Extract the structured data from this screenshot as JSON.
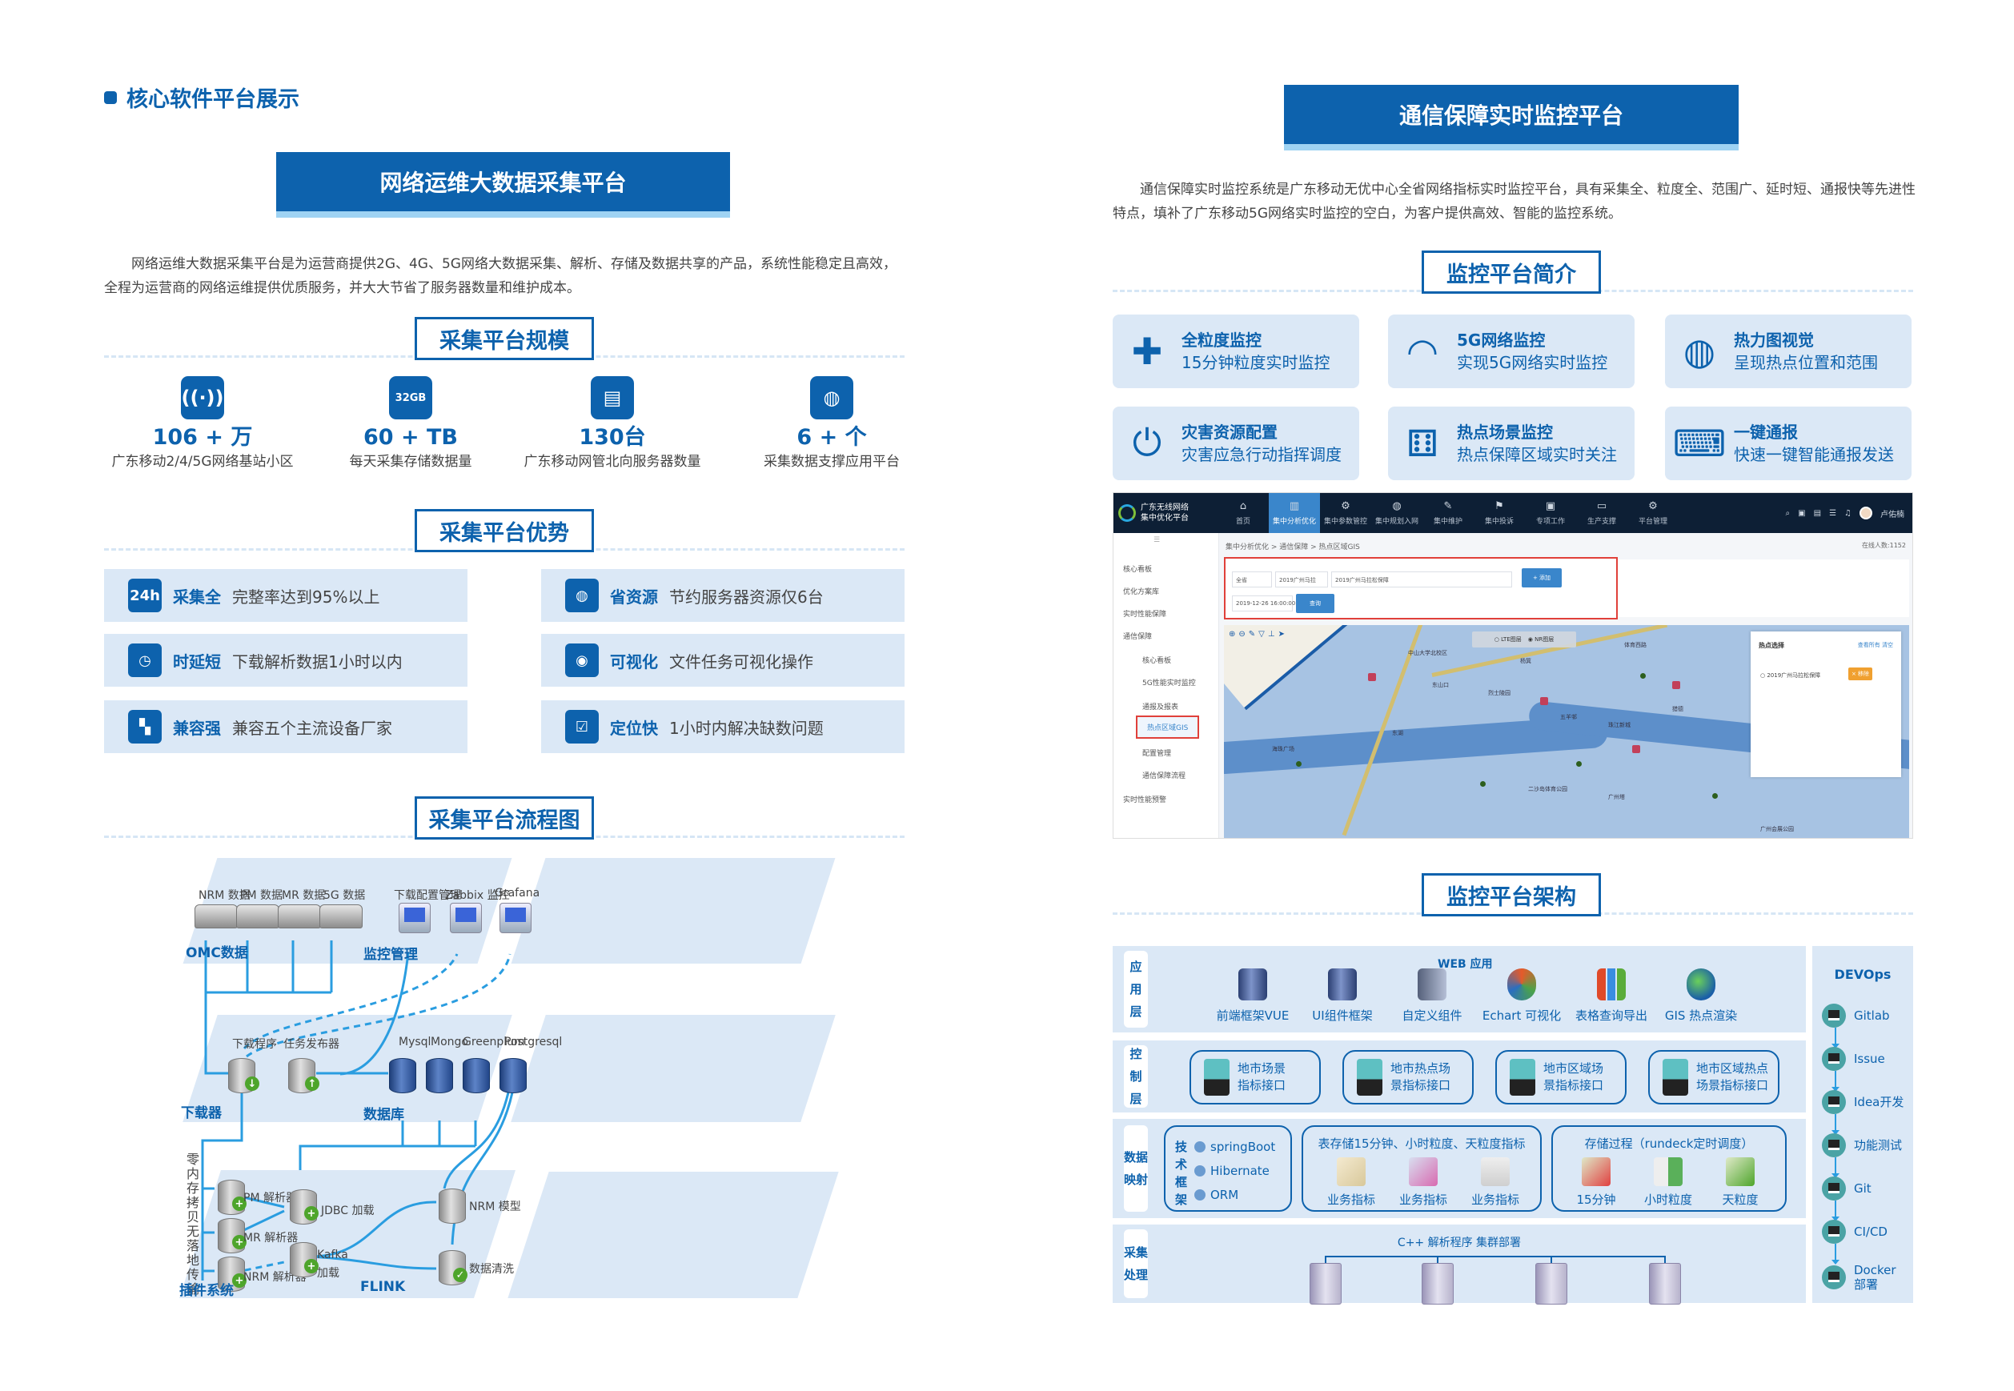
{
  "page_heading": "核心软件平台展示",
  "left": {
    "banner": "网络运维大数据采集平台",
    "intro": "网络运维大数据采集平台是为运营商提供2G、4G、5G网络大数据采集、解析、存储及数据共享的产品，系统性能稳定且高效，全程为运营商的网络运维提供优质服务，并大大节省了服务器数量和维护成本。",
    "scale": {
      "title": "采集平台规模",
      "stats": [
        {
          "icon": "signal-tower-icon",
          "glyph": "((·))",
          "value": "106 + 万",
          "label": "广东移动2/4/5G网络基站小区"
        },
        {
          "icon": "sd-card-icon",
          "glyph": "32GB",
          "value": "60 + TB",
          "label": "每天采集存储数据量"
        },
        {
          "icon": "server-icon",
          "glyph": "▤",
          "value": "130台",
          "label": "广东移动网管北向服务器数量"
        },
        {
          "icon": "globe-computer-icon",
          "glyph": "◍",
          "value": "6 + 个",
          "label": "采集数据支撑应用平台"
        }
      ]
    },
    "advantages": {
      "title": "采集平台优势",
      "items": [
        {
          "icon": "24h-icon",
          "glyph": "24h",
          "title": "采集全",
          "desc": "完整率达到95%以上"
        },
        {
          "icon": "globe-computer-icon",
          "glyph": "◍",
          "title": "省资源",
          "desc": "节约服务器资源仅6台"
        },
        {
          "icon": "clock-icon",
          "glyph": "◷",
          "title": "时延短",
          "desc": "下载解析数据1小时以内"
        },
        {
          "icon": "webcam-icon",
          "glyph": "◉",
          "title": "可视化",
          "desc": "文件任务可视化操作"
        },
        {
          "icon": "checker-icon",
          "glyph": "▚",
          "title": "兼容强",
          "desc": "兼容五个主流设备厂家"
        },
        {
          "icon": "clipboard-check-icon",
          "glyph": "☑",
          "title": "定位快",
          "desc": "1小时内解决缺数问题"
        }
      ]
    },
    "flow": {
      "title": "采集平台流程图",
      "groups": {
        "omc": "OMC数据",
        "monitor": "监控管理",
        "downloader": "下载器",
        "database": "数据库",
        "plugin": "插件系统",
        "flink": "FLINK"
      },
      "omc_items": [
        "NRM 数据",
        "PM 数据",
        "MR 数据",
        "5G 数据"
      ],
      "monitor_items": [
        "下载配置管理",
        "Zabbix  监控",
        "Grafana"
      ],
      "downloader_items": [
        "下载程序",
        "任务发布器"
      ],
      "db_items": [
        "Mysql",
        "Mongo",
        "Greenplum",
        "Postgresql"
      ],
      "plugin_items": [
        "PM 解析器",
        "MR 解析器",
        "NRM 解析器"
      ],
      "loaders": [
        "JDBC  加载",
        "Kafka",
        "加载"
      ],
      "flink_items": [
        "NRM  模型",
        "数据清洗"
      ],
      "vertical_note": "零内存拷贝无落地传输"
    }
  },
  "right": {
    "banner": "通信保障实时监控平台",
    "intro": "通信保障实时监控系统是广东移动无优中心全省网络指标实时监控平台，具有采集全、粒度全、范围广、延时短、通报快等先进性特点，填补了广东移动5G网络实时监控的空白，为客户提供高效、智能的监控系统。",
    "intro_section": {
      "title": "监控平台简介",
      "features": [
        {
          "icon": "puzzle-icon",
          "glyph": "✚",
          "title": "全粒度监控",
          "desc": "15分钟粒度实时监控"
        },
        {
          "icon": "wifi-icon",
          "glyph": "◠",
          "title": "5G网络监控",
          "desc": "实现5G网络实时监控"
        },
        {
          "icon": "globe-icon",
          "glyph": "◍",
          "title": "热力图视觉",
          "desc": "呈现热点位置和范围"
        },
        {
          "icon": "power-icon",
          "glyph": "⏻",
          "title": "灾害资源配置",
          "desc": "灾害应急行动指挥调度"
        },
        {
          "icon": "dice-icon",
          "glyph": "⚅",
          "title": "热点场景监控",
          "desc": "热点保障区域实时关注"
        },
        {
          "icon": "keyboard-icon",
          "glyph": "⌨",
          "title": "一键通报",
          "desc": "快速一键智能通报发送"
        }
      ]
    },
    "app": {
      "logo_line1": "广东无线网络",
      "logo_line2": "集中优化平台",
      "nav": [
        {
          "icon": "home-icon",
          "glyph": "⌂",
          "label": "首页"
        },
        {
          "icon": "chart-icon",
          "glyph": "▥",
          "label": "集中分析优化",
          "active": true
        },
        {
          "icon": "params-icon",
          "glyph": "⚙",
          "label": "集中参数管控"
        },
        {
          "icon": "globe-icon",
          "glyph": "◍",
          "label": "集中规划入网"
        },
        {
          "icon": "wrench-icon",
          "glyph": "✎",
          "label": "集中维护"
        },
        {
          "icon": "flag-icon",
          "glyph": "⚑",
          "label": "集中投诉"
        },
        {
          "icon": "bag-icon",
          "glyph": "▣",
          "label": "专项工作"
        },
        {
          "icon": "wallet-icon",
          "glyph": "▭",
          "label": "生产支撑"
        },
        {
          "icon": "gear-icon",
          "glyph": "⚙",
          "label": "平台管理"
        }
      ],
      "user": "卢佑楠",
      "breadcrumb": "集中分析优化 > 通信保障 > 热点区域GIS",
      "online": "在线人数:1152",
      "sidebar": [
        {
          "label": "核心看板"
        },
        {
          "label": "优化方案库"
        },
        {
          "label": "实时性能保障"
        },
        {
          "label": "通信保障"
        },
        {
          "label": "核心看板"
        },
        {
          "label": "5G性能实时监控"
        },
        {
          "label": "通报及报表"
        },
        {
          "label": "热点区域GIS",
          "selected": true
        },
        {
          "label": "配置管理"
        },
        {
          "label": "通信保障流程"
        },
        {
          "label": "实时性能预警"
        }
      ],
      "filters": {
        "region": "全省",
        "event": "2019广州马拉",
        "scene": "2019广州马拉松保障",
        "add_button": "+ 添加",
        "datetime": "2019-12-26 16:00:00",
        "query_button": "查询"
      },
      "map": {
        "layer_lte": "LTE图层",
        "layer_nr": "NR图层",
        "panel_title": "热点选择",
        "panel_links": "查看所有 清空",
        "panel_item": "2019广州马拉松保障",
        "remove_button": "× 移除",
        "labels": [
          "中山大学北校区",
          "东山口",
          "杨箕",
          "五羊邨",
          "珠江新城",
          "东湖",
          "海珠广场",
          "广州塔",
          "二沙岛体育公园",
          "烈士陵园",
          "体育西路",
          "猎德",
          "广州会展公园"
        ]
      }
    },
    "arch": {
      "title": "监控平台架构",
      "app_layer": {
        "tag": [
          "应",
          "用",
          "层"
        ],
        "header": "WEB 应用",
        "items": [
          "前端框架VUE",
          "UI组件框架",
          "自定义组件",
          "Echart 可视化",
          "表格查询导出",
          "GIS 热点渲染"
        ]
      },
      "control_layer": {
        "tag": [
          "控",
          "制",
          "层"
        ],
        "items": [
          {
            "line1": "地市场景",
            "line2": "指标接口"
          },
          {
            "line1": "地市热点场",
            "line2": "景指标接口"
          },
          {
            "line1": "地市区域场",
            "line2": "景指标接口"
          },
          {
            "line1": "地市区域热点",
            "line2": "场景指标接口"
          }
        ]
      },
      "data_layer": {
        "tag": [
          "数据",
          "映射"
        ],
        "tech_label": [
          "技",
          "术",
          "框",
          "架"
        ],
        "tech": [
          "springBoot",
          "Hibernate",
          "ORM"
        ],
        "table_header": "表存储15分钟、小时粒度、天粒度指标",
        "table_items": [
          "业务指标",
          "业务指标",
          "业务指标"
        ],
        "proc_header": "存储过程（rundeck定时调度）",
        "proc_items": [
          "15分钟",
          "小时粒度",
          "天粒度"
        ]
      },
      "collect_layer": {
        "tag": [
          "采集",
          "处理"
        ],
        "header": "C++ 解析程序  集群部署"
      },
      "devops": {
        "title": "DEVOps",
        "steps": [
          "Gitlab",
          "Issue",
          "Idea开发",
          "功能测试",
          "Git",
          "CI/CD",
          "Docker 部署"
        ]
      }
    }
  }
}
